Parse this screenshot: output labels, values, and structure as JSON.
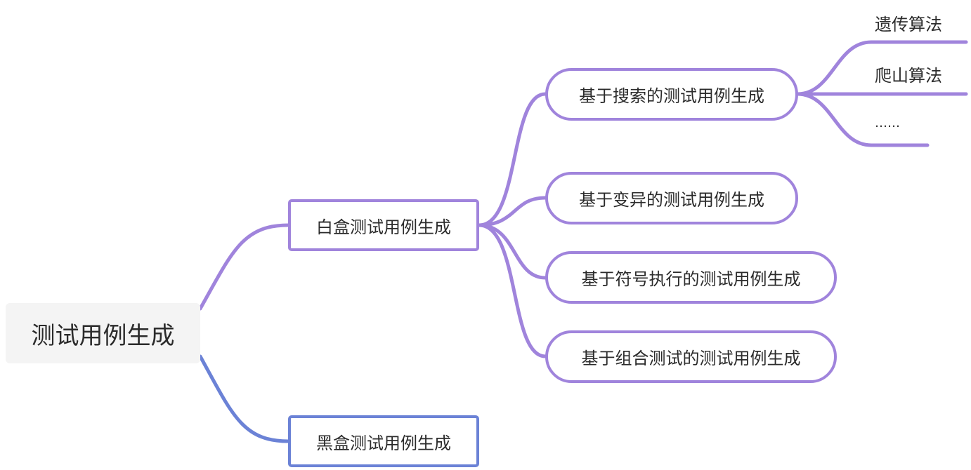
{
  "colors": {
    "purple": "#a084dc",
    "blue": "#6b82d6"
  },
  "root": {
    "label": "测试用例生成"
  },
  "branches": [
    {
      "label": "白盒测试用例生成",
      "children": [
        {
          "label": "基于搜索的测试用例生成",
          "children": [
            {
              "label": "遗传算法"
            },
            {
              "label": "爬山算法"
            },
            {
              "label": "……"
            }
          ]
        },
        {
          "label": "基于变异的测试用例生成"
        },
        {
          "label": "基于符号执行的测试用例生成"
        },
        {
          "label": "基于组合测试的测试用例生成"
        }
      ]
    },
    {
      "label": "黑盒测试用例生成"
    }
  ]
}
